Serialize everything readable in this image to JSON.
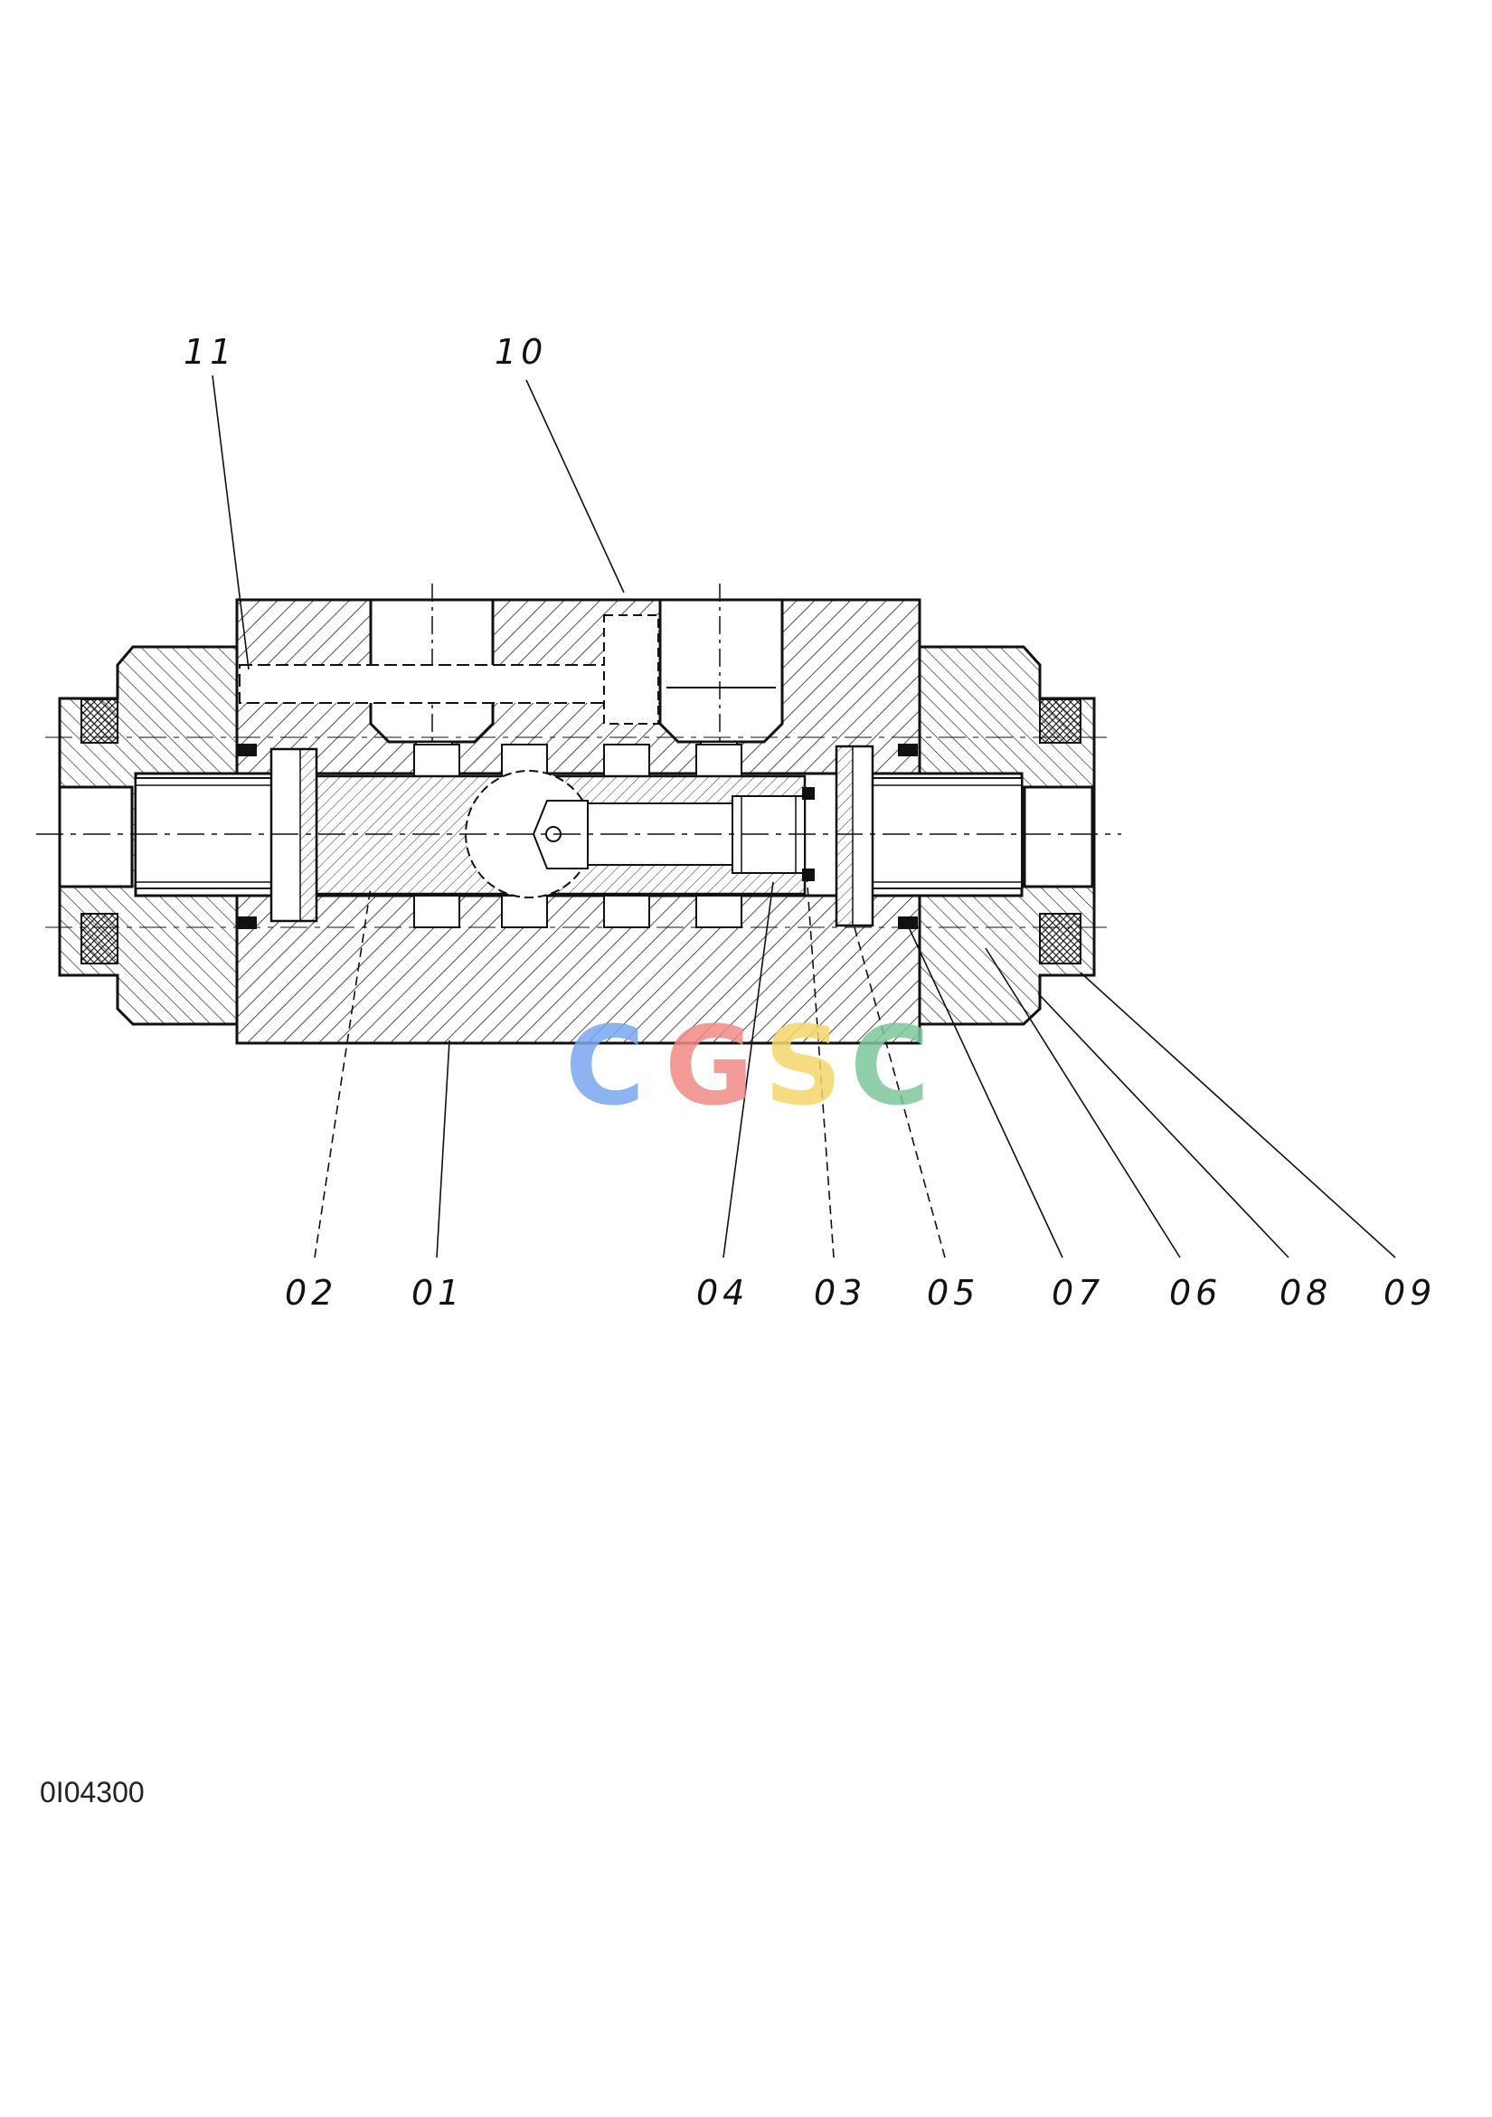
{
  "drawing_id": "0I04300",
  "watermark": {
    "letters": [
      "C",
      "G",
      "S",
      "C"
    ],
    "colors": [
      "#7aa8f0",
      "#f08a86",
      "#f5d66a",
      "#7cc79b"
    ]
  },
  "callouts": [
    "11",
    "10",
    "02",
    "01",
    "04",
    "03",
    "05",
    "07",
    "06",
    "08",
    "09"
  ],
  "colors": {
    "ink": "#111111",
    "paper": "#ffffff"
  }
}
